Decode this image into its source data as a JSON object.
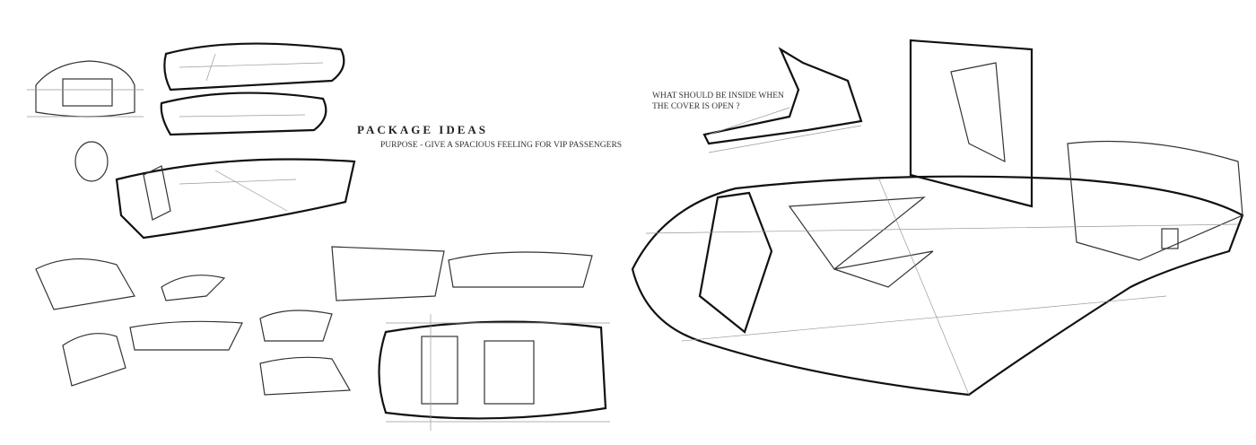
{
  "left_page": {
    "title": "PACKAGE IDEAS",
    "subtitle": "PURPOSE - GIVE A SPACIOUS FEELING FOR VIP PASSENGERS"
  },
  "right_page": {
    "question_line1": "WHAT SHOULD BE INSIDE WHEN",
    "question_line2": "THE COVER IS OPEN ?"
  }
}
